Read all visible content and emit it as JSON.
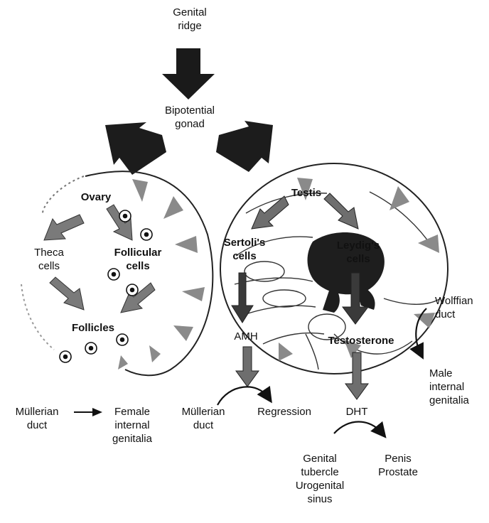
{
  "diagram": {
    "genital_ridge": "Genital\nridge",
    "bipotential_gonad": "Bipotential\ngonad",
    "ovary": "Ovary",
    "theca_cells": "Theca\ncells",
    "follicular_cells": "Follicular\ncells",
    "follicles": "Follicles",
    "testis": "Testis",
    "sertoli_cells": "Sertoli's\ncells",
    "leydig_cells": "Leydig's\ncells",
    "amh": "AMH",
    "testosterone": "Testosterone",
    "wolffian_duct": "Wolffian\nduct",
    "male_internal_genitalia": "Male\ninternal\ngenitalia",
    "mullerian_duct_female": "Müllerian\nduct",
    "female_internal_genitalia": "Female\ninternal\ngenitalia",
    "mullerian_duct_male": "Müllerian\nduct",
    "regression": "Regression",
    "dht": "DHT",
    "genital_tubercle_urogenital_sinus": "Genital\ntubercle\nUrogenital\nsinus",
    "penis_prostate": "Penis\nProstate"
  },
  "colors": {
    "ink": "#111111",
    "arrow_dark": "#1a1a1a",
    "arrow_grey": "#7a7a7a",
    "cell_fill": "#2a2a2a"
  }
}
